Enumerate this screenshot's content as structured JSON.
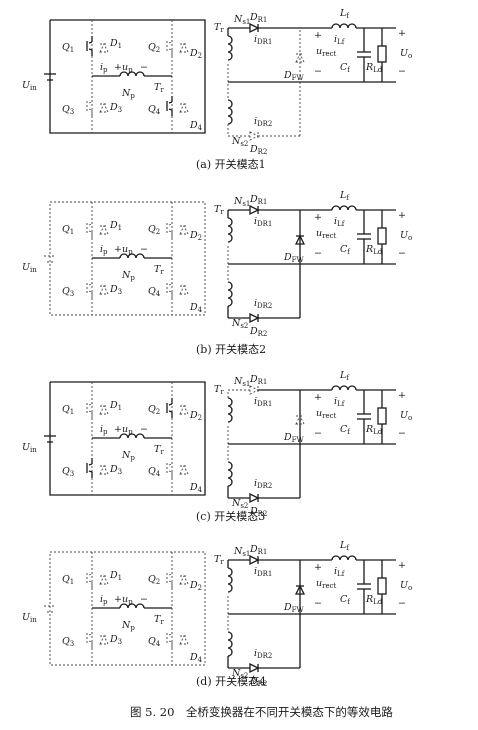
{
  "figure_caption": "图 5. 20　全桥变换器在不同开关模态下的等效电路",
  "panels": [
    {
      "caption": "(a) 开关模态1"
    },
    {
      "caption": "(b) 开关模态2"
    },
    {
      "caption": "(c) 开关模态3"
    },
    {
      "caption": "(d) 开关模态4"
    }
  ],
  "labels": {
    "Q1": "Q",
    "Q1s": "1",
    "Q2": "Q",
    "Q2s": "2",
    "Q3": "Q",
    "Q3s": "3",
    "Q4": "Q",
    "Q4s": "4",
    "D1": "D",
    "D1s": "1",
    "D2": "D",
    "D2s": "2",
    "D3": "D",
    "D3s": "3",
    "D4": "D",
    "D4s": "4",
    "Uin": "U",
    "Uins": "in",
    "ip": "i",
    "ips": "p",
    "up": "u",
    "ups": "p",
    "plus": "+",
    "minus": "−",
    "Np": "N",
    "Nps": "p",
    "Tr": "T",
    "Trs": "r",
    "Ns1": "N",
    "Ns1s": "s1",
    "Ns2": "N",
    "Ns2s": "s2",
    "DR1": "D",
    "DR1s": "R1",
    "DR2": "D",
    "DR2s": "R2",
    "iDR1": "i",
    "iDR1s": "DR1",
    "iDR2": "i",
    "iDR2s": "DR2",
    "Lf": "L",
    "Lfs": "f",
    "iLf": "i",
    "iLfs": "Lf",
    "DFW": "D",
    "DFWs": "FW",
    "urect": "u",
    "urects": "rect",
    "Cf": "C",
    "Cfs": "f",
    "RLd": "R",
    "RLds": "Ld",
    "Uo": "U",
    "Uos": "o"
  }
}
